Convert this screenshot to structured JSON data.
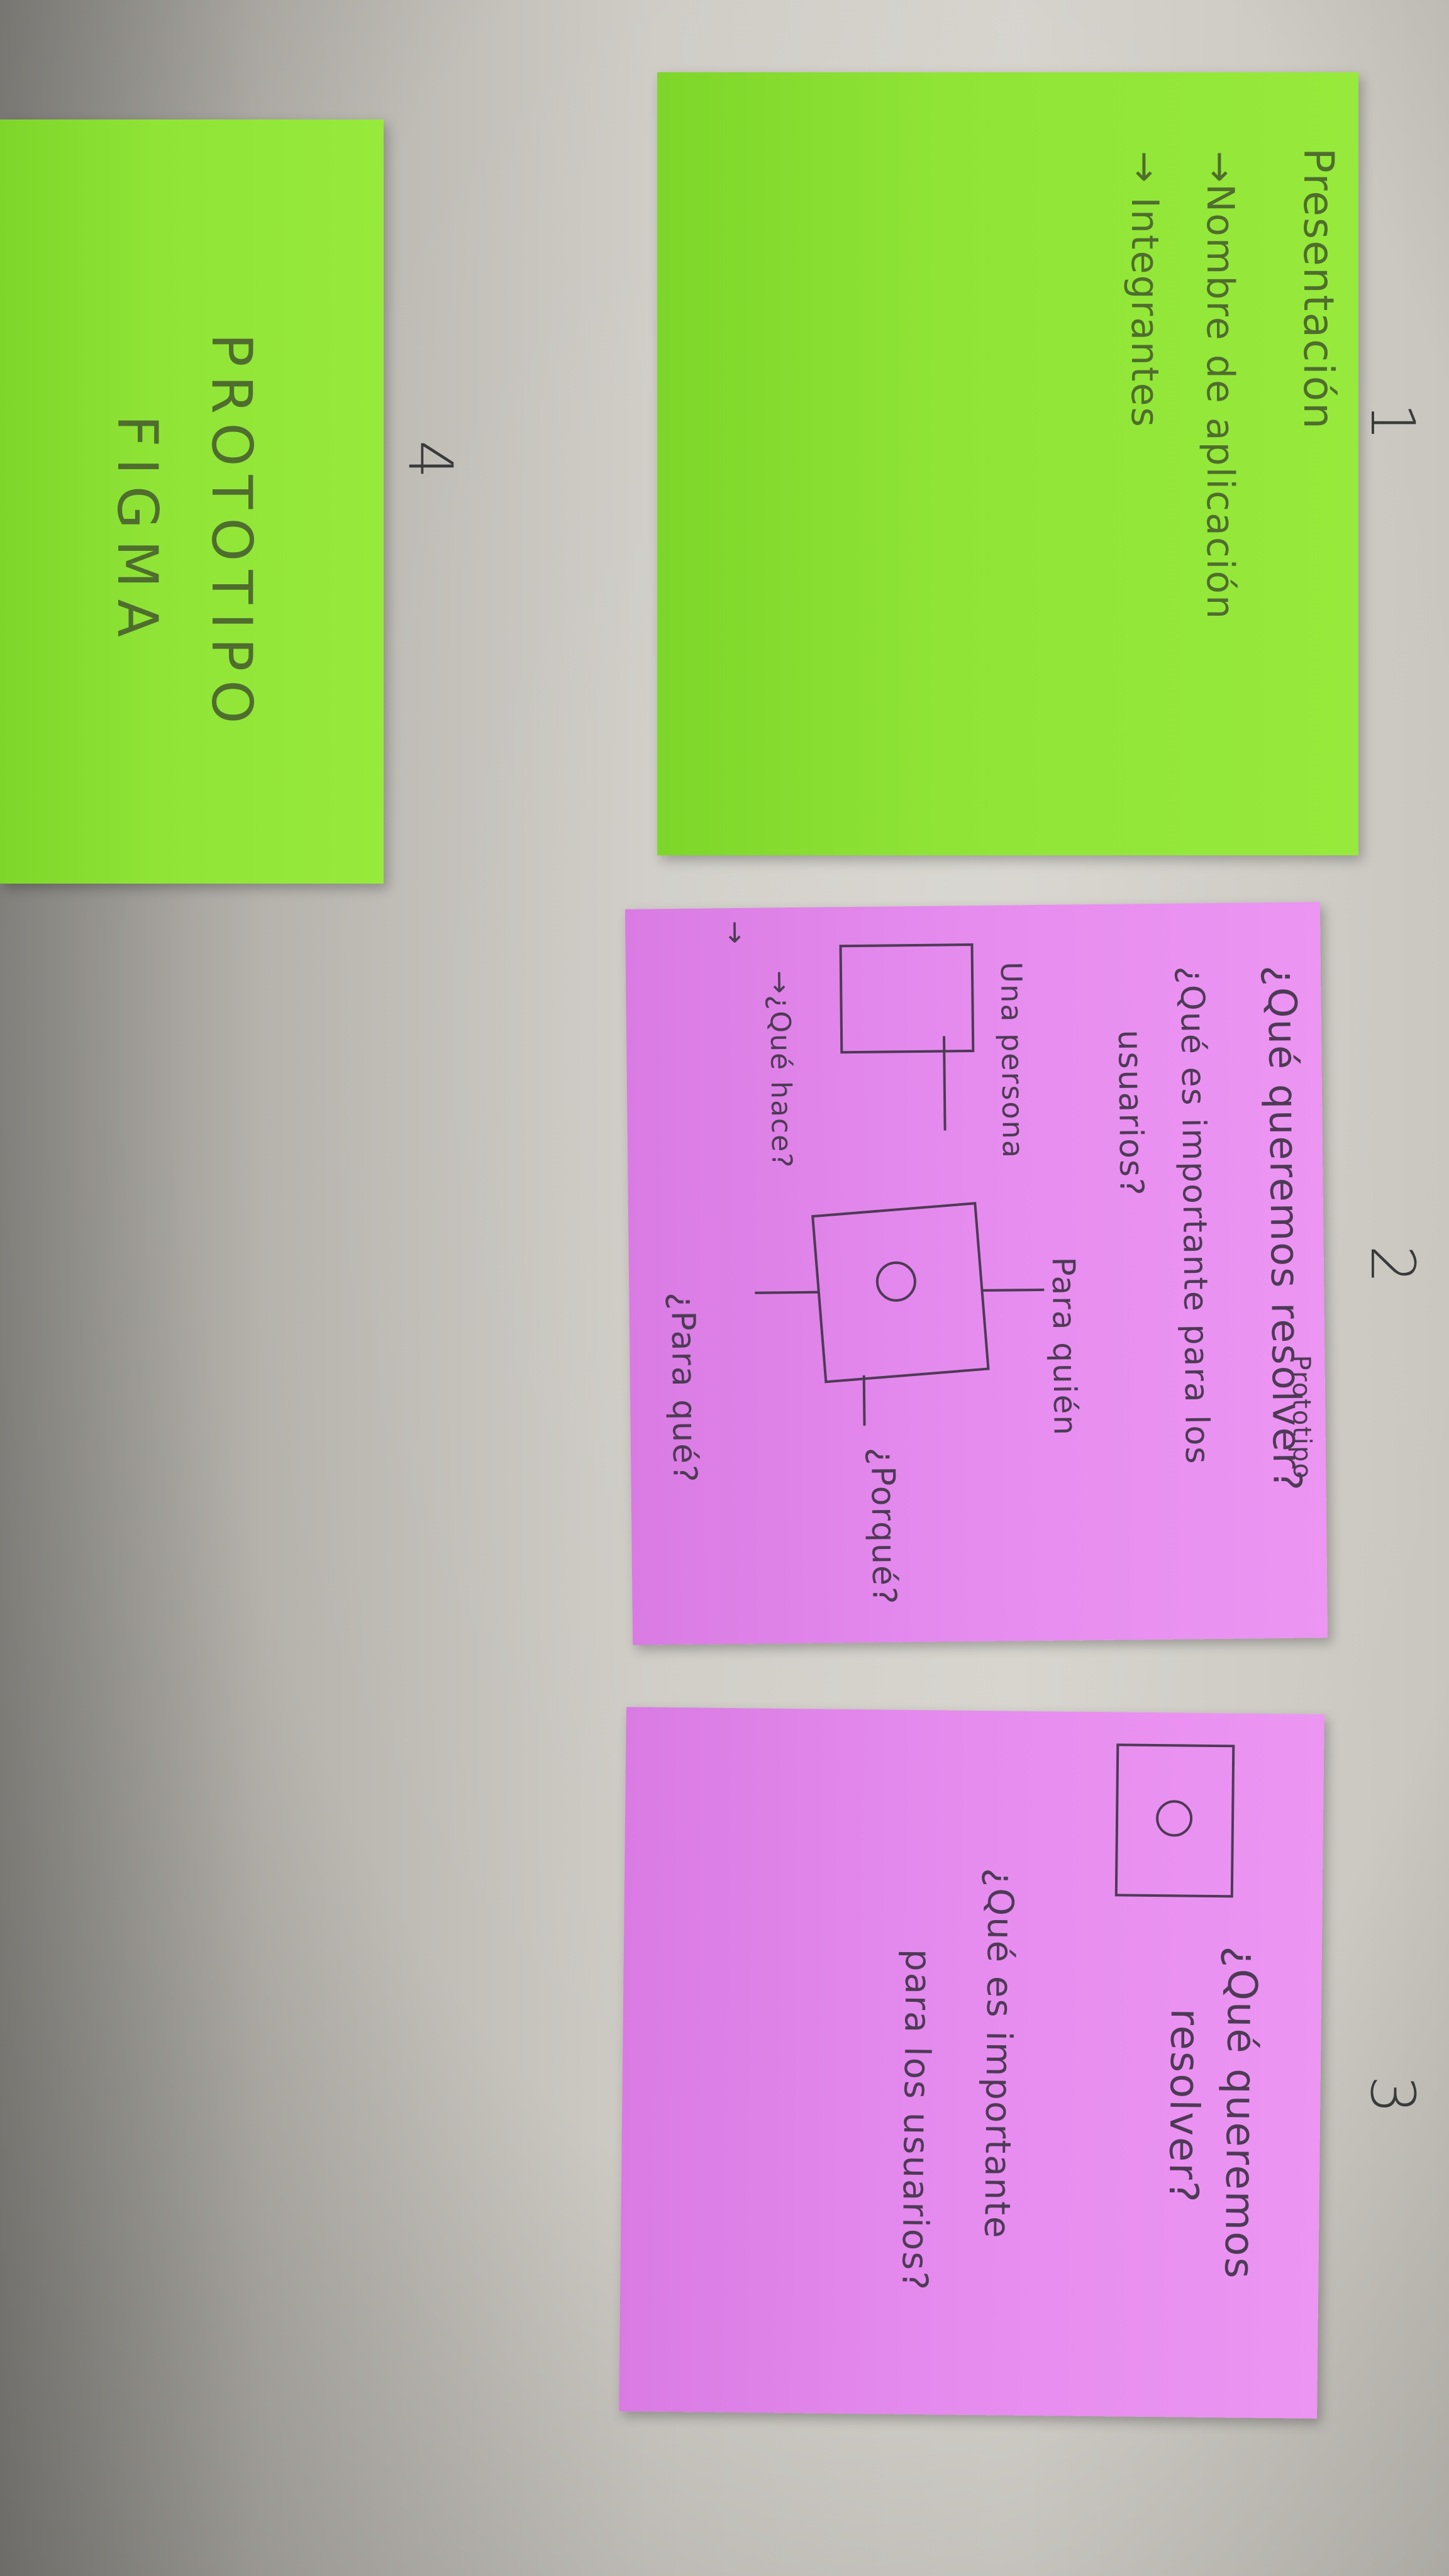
{
  "board": {
    "numbers": [
      "1",
      "2",
      "3",
      "4"
    ]
  },
  "note1": {
    "title": "Presentación",
    "line1": "→Nombre de aplicación",
    "line2": "→ Integrantes"
  },
  "note4": {
    "line1": "PROTOTIPO",
    "line2": "FIGMA"
  },
  "note2": {
    "line1": "¿Qué queremos resolver?",
    "line1b": "Prototipo",
    "line2": "¿Qué es importante para los",
    "line3": "usuarios?",
    "user_label": "Una persona",
    "arrow1": "→",
    "arrow2": "→¿Qué hace?",
    "para_quien": "Para quién",
    "porque": "¿Porqué?",
    "para_que": "¿Para qué?"
  },
  "note3": {
    "line1": "¿Qué queremos",
    "line2": "resolver?",
    "line3": "¿Qué es importante",
    "line4": "para los usuarios?"
  },
  "colors": {
    "green_note": "#8fe436",
    "pink_note": "#e68cef",
    "ink": "#4d3a55",
    "wall": "#d6d3cd"
  }
}
